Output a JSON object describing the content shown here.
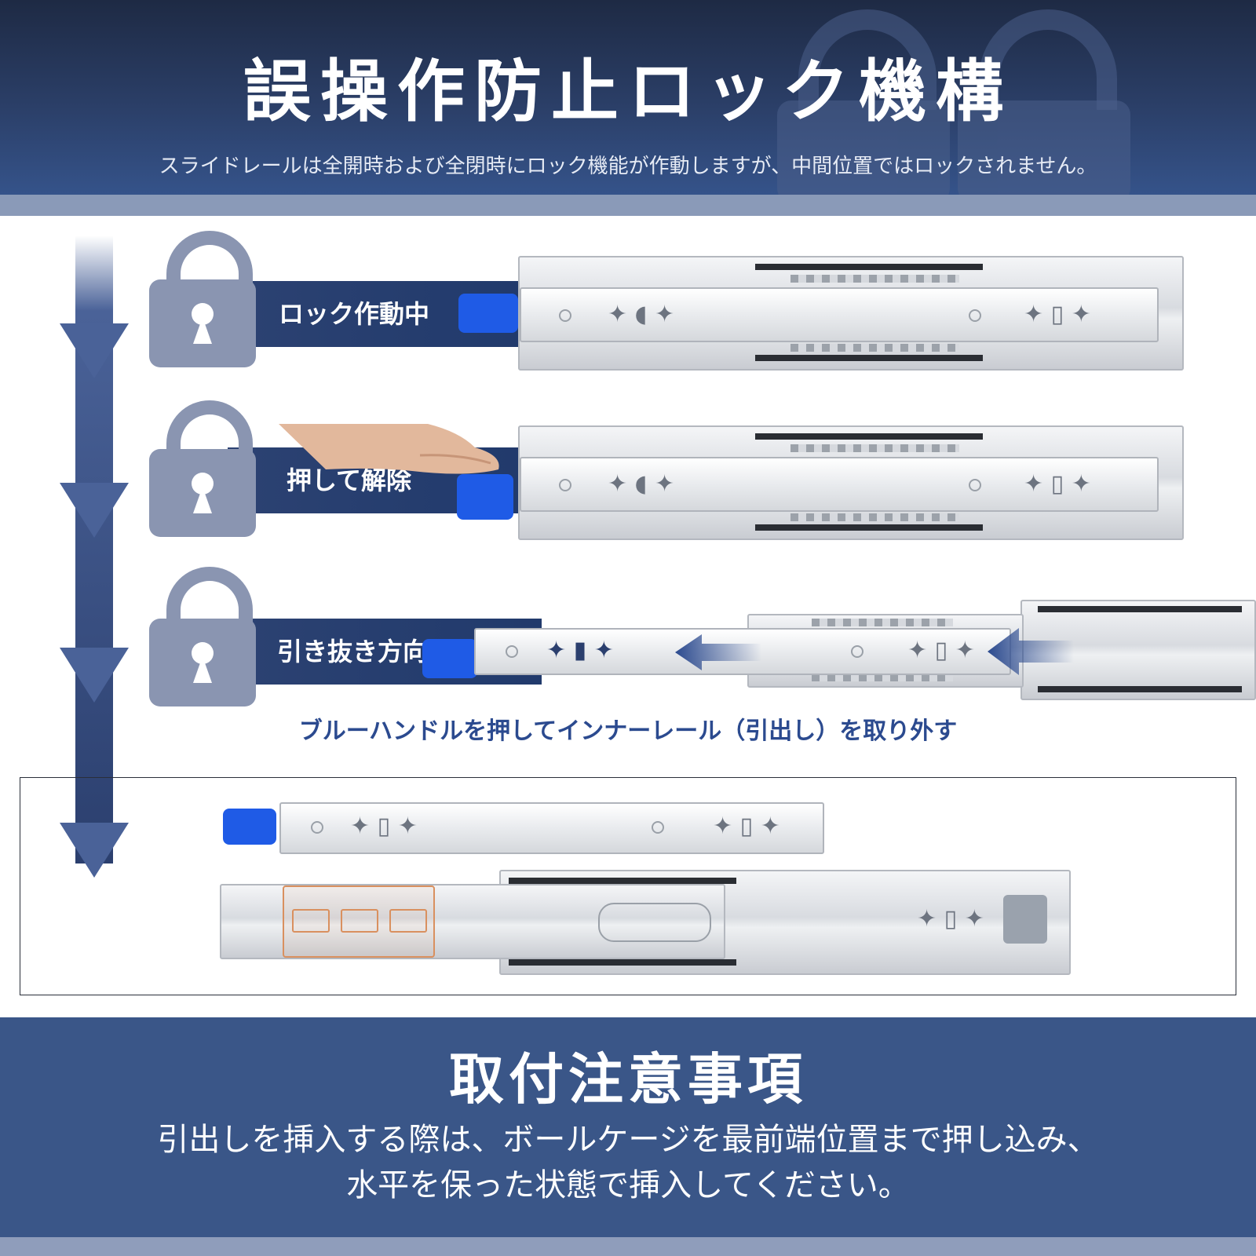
{
  "header": {
    "title": "誤操作防止ロック機構",
    "subtitle": "スライドレールは全開時および全閉時にロック機能が作動しますが、中間位置ではロックされません。"
  },
  "steps": [
    {
      "label": "ロック作動中",
      "icon": "lock-closed-icon"
    },
    {
      "label": "押して解除",
      "icon": "lock-open-icon"
    },
    {
      "label": "引き抜き方向",
      "icon": "lock-open-icon"
    }
  ],
  "instruction": "ブルーハンドルを押してインナーレール（引出し）を取り外す",
  "footer": {
    "title": "取付注意事項",
    "line1": "引出しを挿入する際は、ボールケージを最前端位置まで押し込み、",
    "line2": "水平を保った状態で挿入してください。"
  },
  "colors": {
    "header_bg": "#2b3f68",
    "band": "#263f6f",
    "lock_icon": "#8a95b1",
    "handle_blue": "#1f5be6",
    "instruction_text": "#2b4a8f",
    "footer_bg": "#3a5688"
  }
}
